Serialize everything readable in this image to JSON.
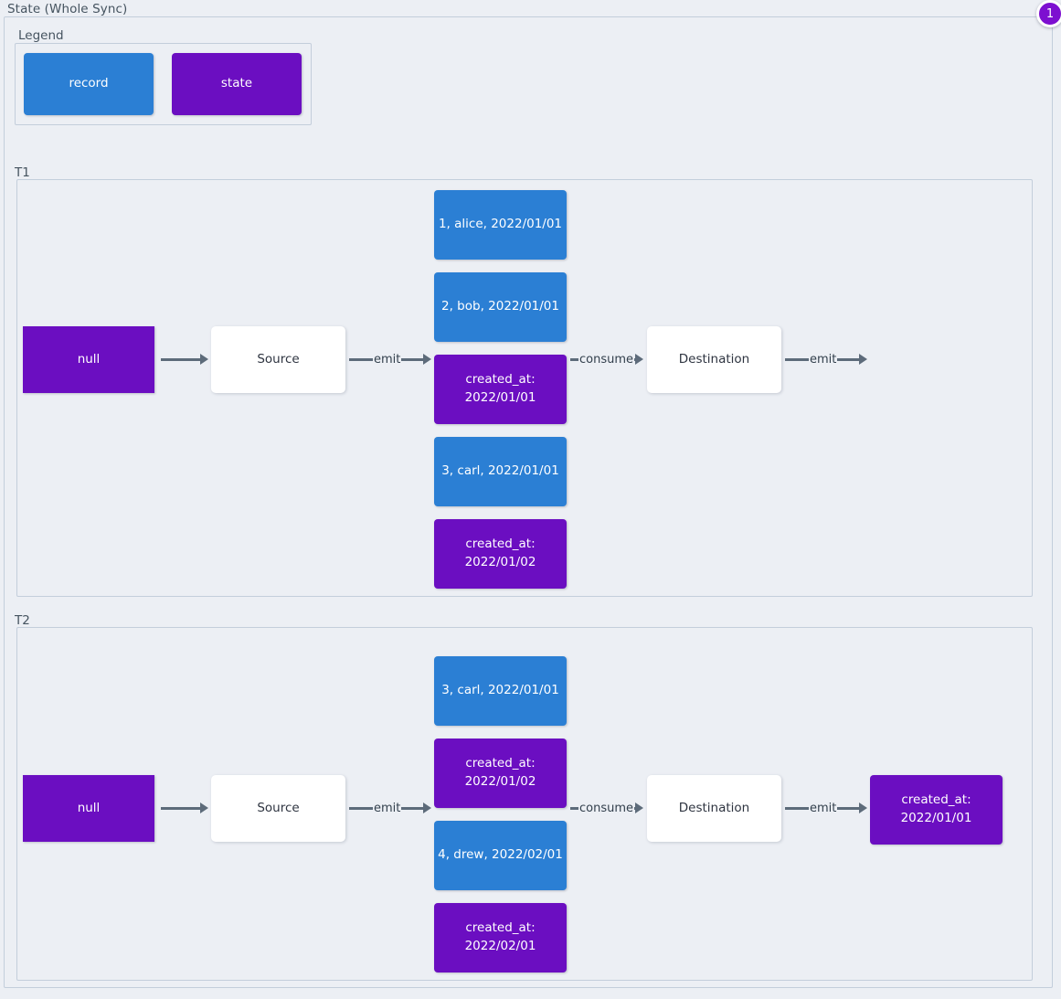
{
  "diagram": {
    "title": "State (Whole Sync)",
    "badge": "1"
  },
  "legend": {
    "title": "Legend",
    "items": [
      {
        "label": "record",
        "kind": "record",
        "color": "#2b7fd4"
      },
      {
        "label": "state",
        "kind": "state",
        "color": "#6b0ec1"
      }
    ]
  },
  "groups": [
    {
      "title": "T1",
      "nodes": {
        "initial_state": "null",
        "source": "Source",
        "destination": "Destination",
        "stream": [
          {
            "label": "1, alice, 2022/01/01",
            "kind": "record"
          },
          {
            "label": "2, bob, 2022/01/01",
            "kind": "record"
          },
          {
            "label": "created_at:\n2022/01/01",
            "kind": "state"
          },
          {
            "label": "3, carl, 2022/01/01",
            "kind": "record"
          },
          {
            "label": "created_at:\n2022/01/02",
            "kind": "state"
          }
        ],
        "output": null
      },
      "edges": {
        "state_to_source": "",
        "source_to_stream": "emit",
        "stream_to_destination": "consume",
        "destination_out": "emit"
      }
    },
    {
      "title": "T2",
      "nodes": {
        "initial_state": "null",
        "source": "Source",
        "destination": "Destination",
        "stream": [
          {
            "label": "3, carl, 2022/01/01",
            "kind": "record"
          },
          {
            "label": "created_at:\n2022/01/02",
            "kind": "state"
          },
          {
            "label": "4, drew, 2022/02/01",
            "kind": "record"
          },
          {
            "label": "created_at:\n2022/02/01",
            "kind": "state"
          }
        ],
        "output": "created_at:\n2022/01/01"
      },
      "edges": {
        "state_to_source": "",
        "source_to_stream": "emit",
        "stream_to_destination": "consume",
        "destination_out": "emit"
      }
    }
  ],
  "colors": {
    "record": "#2b7fd4",
    "state": "#6b0ec1",
    "process": "#ffffff",
    "edge": "#5d6b7a",
    "frame_border": "#c3cedb",
    "background": "#eceff4",
    "badge": "#7d0fd0"
  }
}
